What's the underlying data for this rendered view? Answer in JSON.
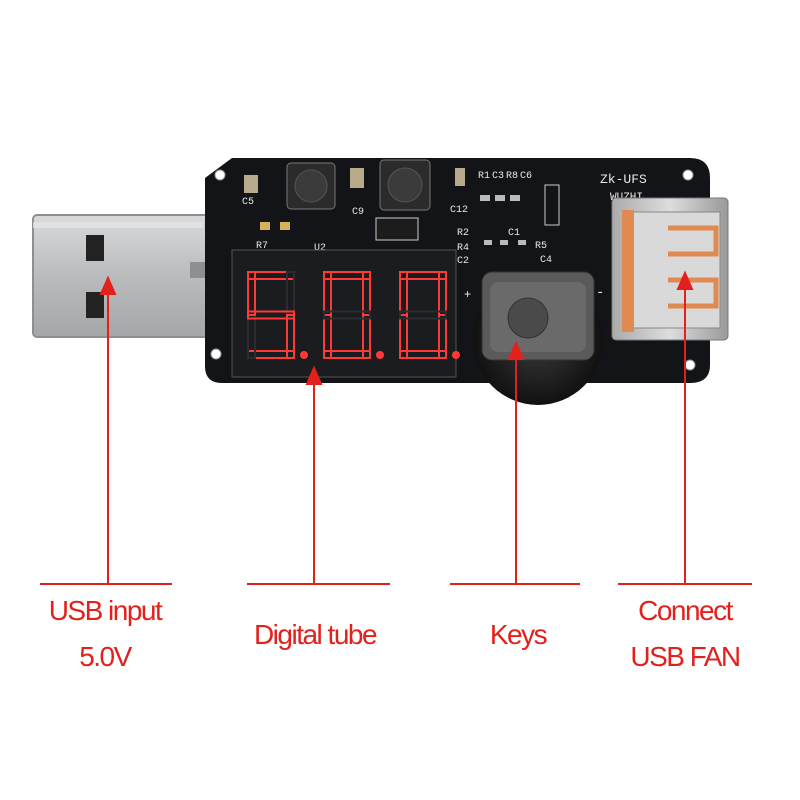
{
  "board": {
    "model_silkscreen": "Zk-UFS",
    "maker_silkscreen": "WUZHI",
    "display_reading": "5.0.0",
    "display_digits": [
      "5",
      "0",
      "0"
    ],
    "silkscreen_refs": [
      "C5",
      "C9",
      "C12",
      "R1",
      "C3",
      "R8",
      "C6",
      "R2",
      "C1",
      "R4",
      "R5",
      "C2",
      "C4",
      "R7",
      "U2",
      "+",
      "-"
    ]
  },
  "callouts": {
    "usb_input_line1": "USB input",
    "usb_input_line2": "5.0V",
    "digital_tube": "Digital tube",
    "keys": "Keys",
    "connect_line1": "Connect",
    "connect_line2": "USB FAN"
  },
  "colors": {
    "pcb": "#121418",
    "annotation_red": "#e3211c",
    "segment_red": "#ff3a36",
    "usb_metal": "#c4c6c8",
    "usb_port_orange": "#e08a52"
  }
}
